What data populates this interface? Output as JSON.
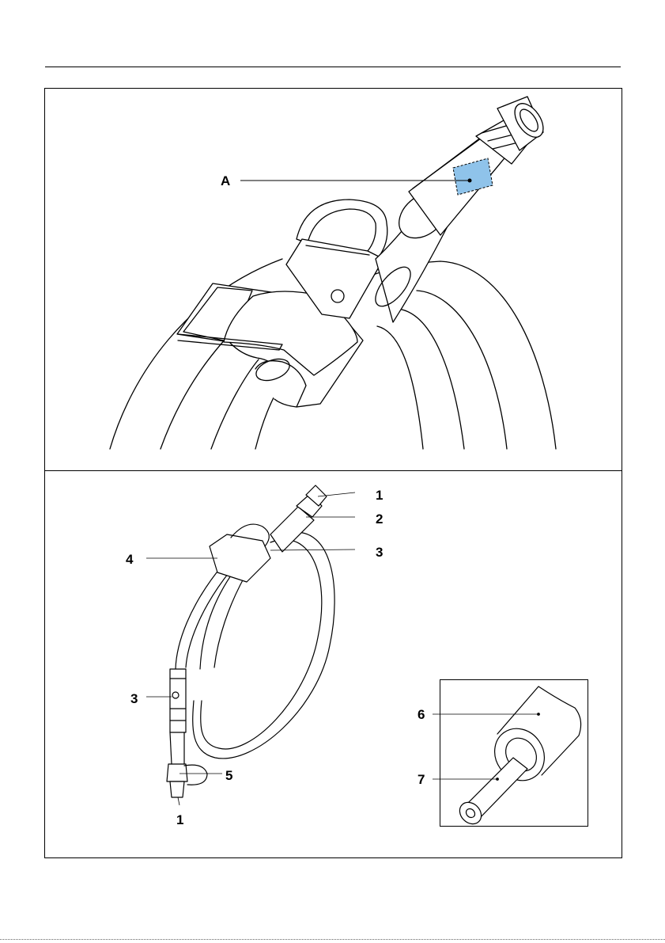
{
  "callouts": {
    "top": {
      "a": "A"
    },
    "bottom": {
      "c1_top": "1",
      "c2": "2",
      "c3_top": "3",
      "c4": "4",
      "c3_left": "3",
      "c5": "5",
      "c1_bottom": "1",
      "c6": "6",
      "c7": "7"
    }
  },
  "colors": {
    "highlight": "#8fc3ea",
    "line": "#000000"
  }
}
